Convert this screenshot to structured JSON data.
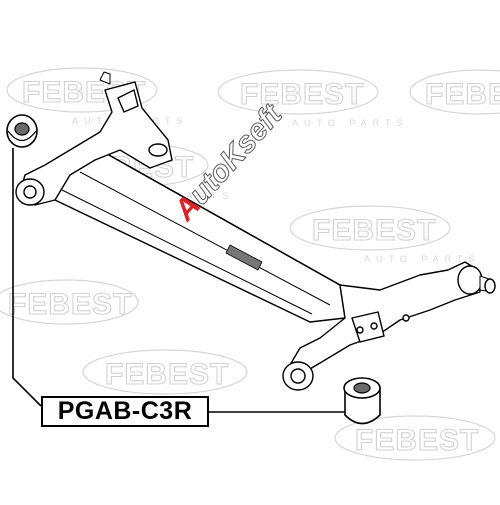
{
  "part_label": "PGAB-C3R",
  "watermark": {
    "brand": "FEBEST",
    "tagline": "AUTO PARTS"
  },
  "stamp": {
    "first_letter": "A",
    "rest": "utoKseft"
  },
  "colors": {
    "line_art": "#000000",
    "watermark": "#d2d2d2",
    "stamp_accent": "#e21f26",
    "background": "#ffffff"
  }
}
